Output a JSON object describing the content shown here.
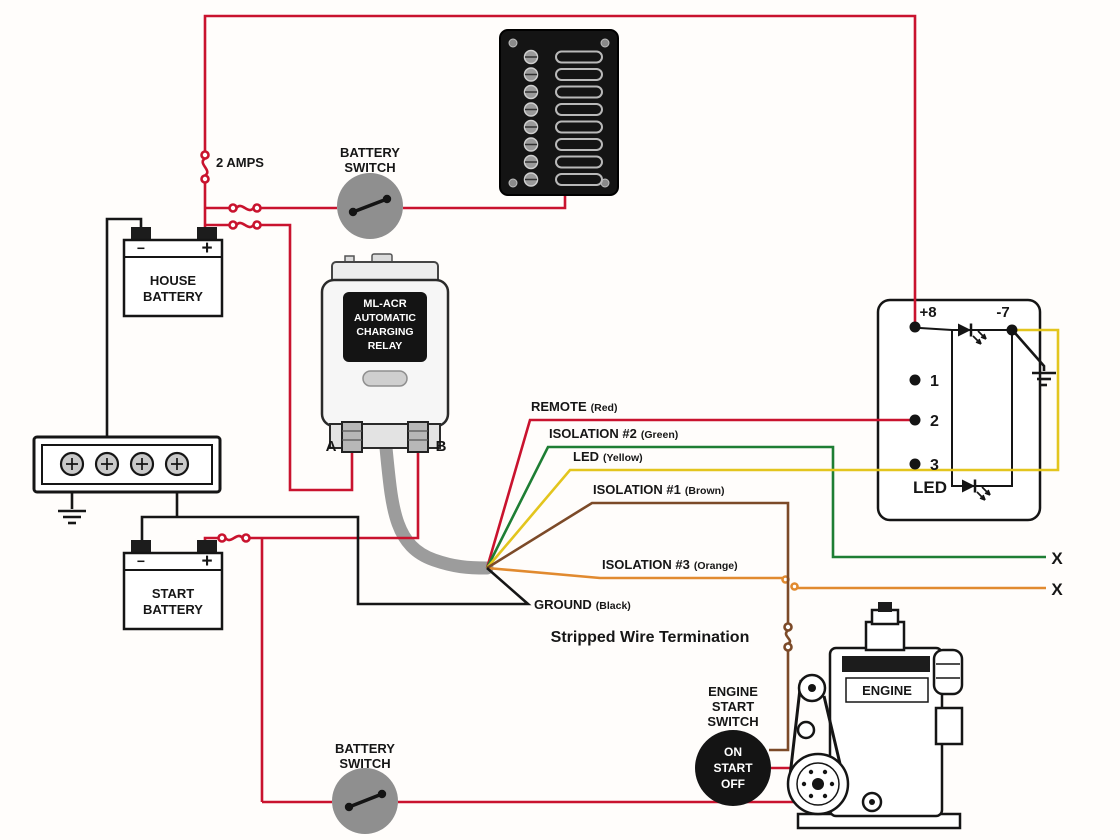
{
  "colors": {
    "red": "#c9132e",
    "green": "#1e7e34",
    "yellow": "#e3c51d",
    "brown": "#7c4a28",
    "orange": "#e18a2f",
    "black": "#161616",
    "cable_gray": "#9c9c9c",
    "switch_gray": "#8f8f8f",
    "panel_dark": "#141414"
  },
  "top": {
    "fuse_label": "2 AMPS",
    "battery_switch": {
      "line1": "BATTERY",
      "line2": "SWITCH"
    }
  },
  "house_battery": {
    "minus": "−",
    "plus": "+",
    "line1": "HOUSE",
    "line2": "BATTERY"
  },
  "start_battery": {
    "minus": "−",
    "plus": "+",
    "line1": "START",
    "line2": "BATTERY"
  },
  "acr": {
    "line1": "ML-ACR",
    "line2": "AUTOMATIC",
    "line3": "CHARGING",
    "line4": "RELAY",
    "term_a": "A",
    "term_b": "B"
  },
  "wire_labels": {
    "remote": {
      "name": "REMOTE",
      "note": "(Red)"
    },
    "iso2": {
      "name": "ISOLATION #2",
      "note": "(Green)"
    },
    "led": {
      "name": "LED",
      "note": "(Yellow)"
    },
    "iso1": {
      "name": "ISOLATION #1",
      "note": "(Brown)"
    },
    "iso3": {
      "name": "ISOLATION #3",
      "note": "(Orange)"
    },
    "ground": {
      "name": "GROUND",
      "note": "(Black)"
    }
  },
  "termination_title": "Stripped Wire Termination",
  "led_panel": {
    "t8": "+8",
    "t1": "1",
    "t2": "2",
    "t3": "3",
    "t7": "-7",
    "led": "LED"
  },
  "engine": {
    "label": "ENGINE"
  },
  "engine_switch": {
    "line1": "ENGINE",
    "line2": "START",
    "line3": "SWITCH",
    "on": "ON",
    "start": "START",
    "off": "OFF"
  },
  "bottom_battery_switch": {
    "line1": "BATTERY",
    "line2": "SWITCH"
  },
  "x_marks": {
    "x1": "X",
    "x2": "X"
  }
}
